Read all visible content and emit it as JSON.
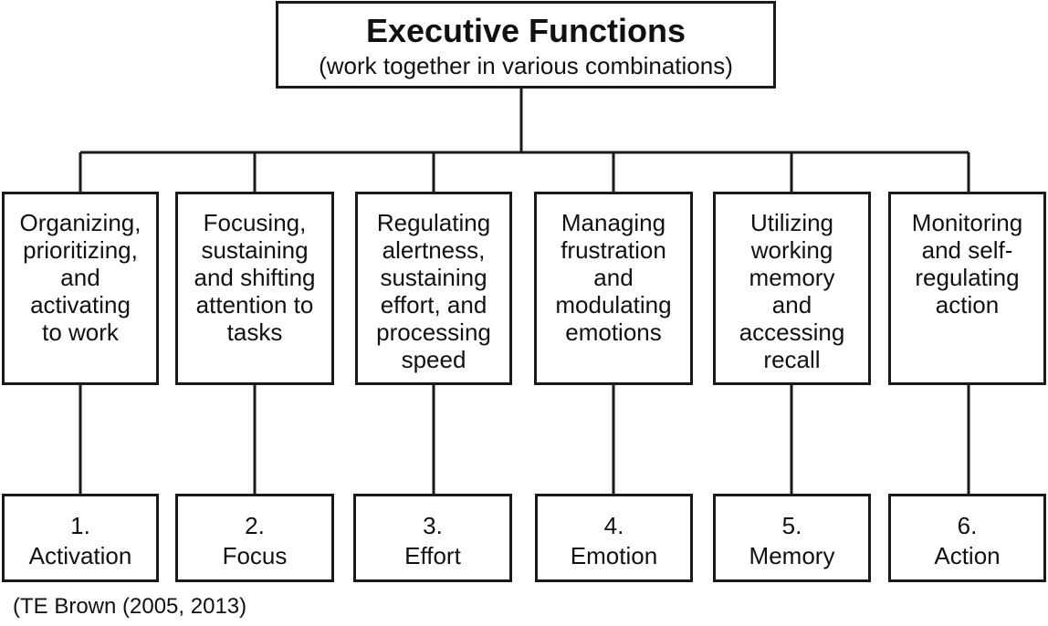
{
  "header": {
    "title": "Executive Functions",
    "subtitle": "(work together in various combinations)"
  },
  "functions": [
    {
      "description": "Organizing,\nprioritizing,\nand\nactivating\nto work",
      "label": "1.\nActivation"
    },
    {
      "description": "Focusing,\nsustaining\nand shifting\nattention to\ntasks",
      "label": "2.\nFocus"
    },
    {
      "description": "Regulating\nalertness,\nsustaining\neffort, and\nprocessing\nspeed",
      "label": "3.\nEffort"
    },
    {
      "description": "Managing\nfrustration\nand\nmodulating\nemotions",
      "label": "4.\nEmotion"
    },
    {
      "description": "Utilizing\nworking\nmemory\nand\naccessing\nrecall",
      "label": "5.\nMemory"
    },
    {
      "description": "Monitoring\nand self-\nregulating\naction",
      "label": "6.\nAction"
    }
  ],
  "citation": "(TE Brown (2005, 2013)",
  "colors": {
    "stroke": "#1a1a1a",
    "background": "#ffffff"
  }
}
